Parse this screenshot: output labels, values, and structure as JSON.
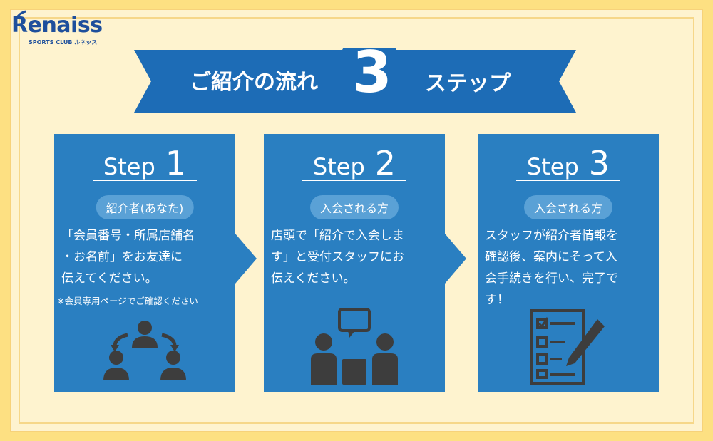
{
  "logo": {
    "name": "Renaiss",
    "sub": "SPORTS CLUB ルネッス"
  },
  "banner": {
    "title": "ご紹介の流れ",
    "number": "3",
    "suffix": "ステップ"
  },
  "steps": [
    {
      "word": "Step",
      "num": "1",
      "pill": "紹介者(あなた)",
      "desc": "「会員番号・所属店舗名\n・お名前」をお友達に\n伝えてください。",
      "note": "※会員専用ページでご確認ください",
      "icon": "group-referral-icon"
    },
    {
      "word": "Step",
      "num": "2",
      "pill": "入会される方",
      "desc": "店頭で「紹介で入会しま\nす」と受付スタッフにお\n伝えください。",
      "icon": "conversation-icon"
    },
    {
      "word": "Step",
      "num": "3",
      "pill": "入会される方",
      "desc": "スタッフが紹介者情報を\n確認後、案内にそって入\n会手続きを行い、完了で\nす！",
      "icon": "checklist-icon"
    }
  ],
  "colors": {
    "background": "#fde082",
    "panel": "#2a7fc1",
    "banner": "#1d6cb6",
    "pill": "#5aa1d6",
    "icon": "#3d3d3d"
  }
}
